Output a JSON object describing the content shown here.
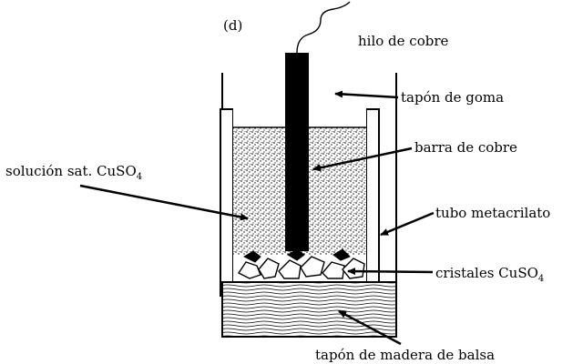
{
  "panel_label": "(d)",
  "labels": {
    "hilo": "hilo de cobre",
    "tapon_goma": "tapón de goma",
    "barra": "barra de cobre",
    "solucion": "solución sat. CuSO",
    "solucion_sub": "4",
    "tubo": "tubo metacrilato",
    "cristales": "cristales CuSO",
    "cristales_sub": "4",
    "tapon_madera": "tapón de madera de balsa"
  },
  "colors": {
    "ink": "#000000",
    "background": "#ffffff"
  }
}
